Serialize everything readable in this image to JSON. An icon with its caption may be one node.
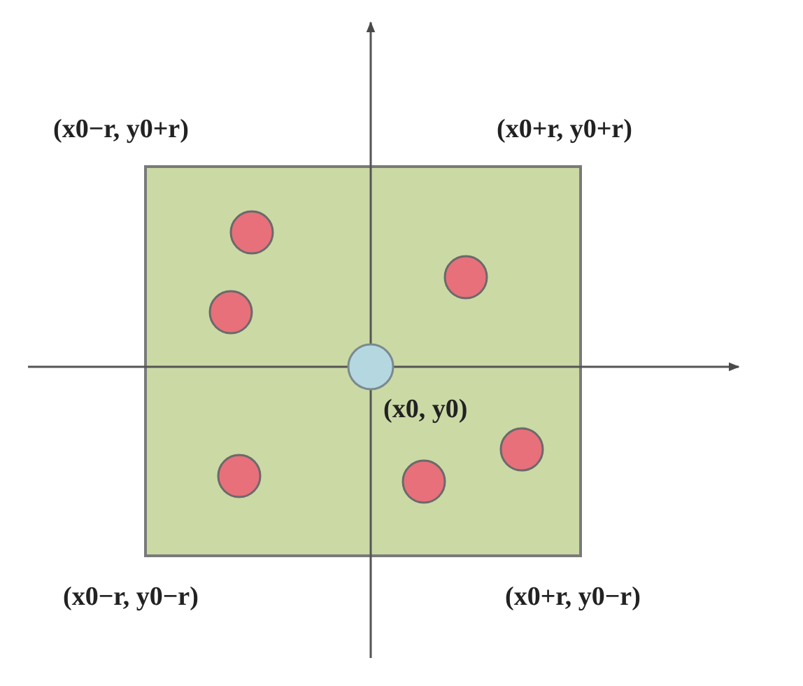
{
  "diagram": {
    "labels": [
      "(x0−r, y0+r)",
      "(x0+r, y0+r)",
      "(x0, y0)",
      "(x0−r, y0−r)",
      "(x0+r, y0−r)"
    ]
  }
}
